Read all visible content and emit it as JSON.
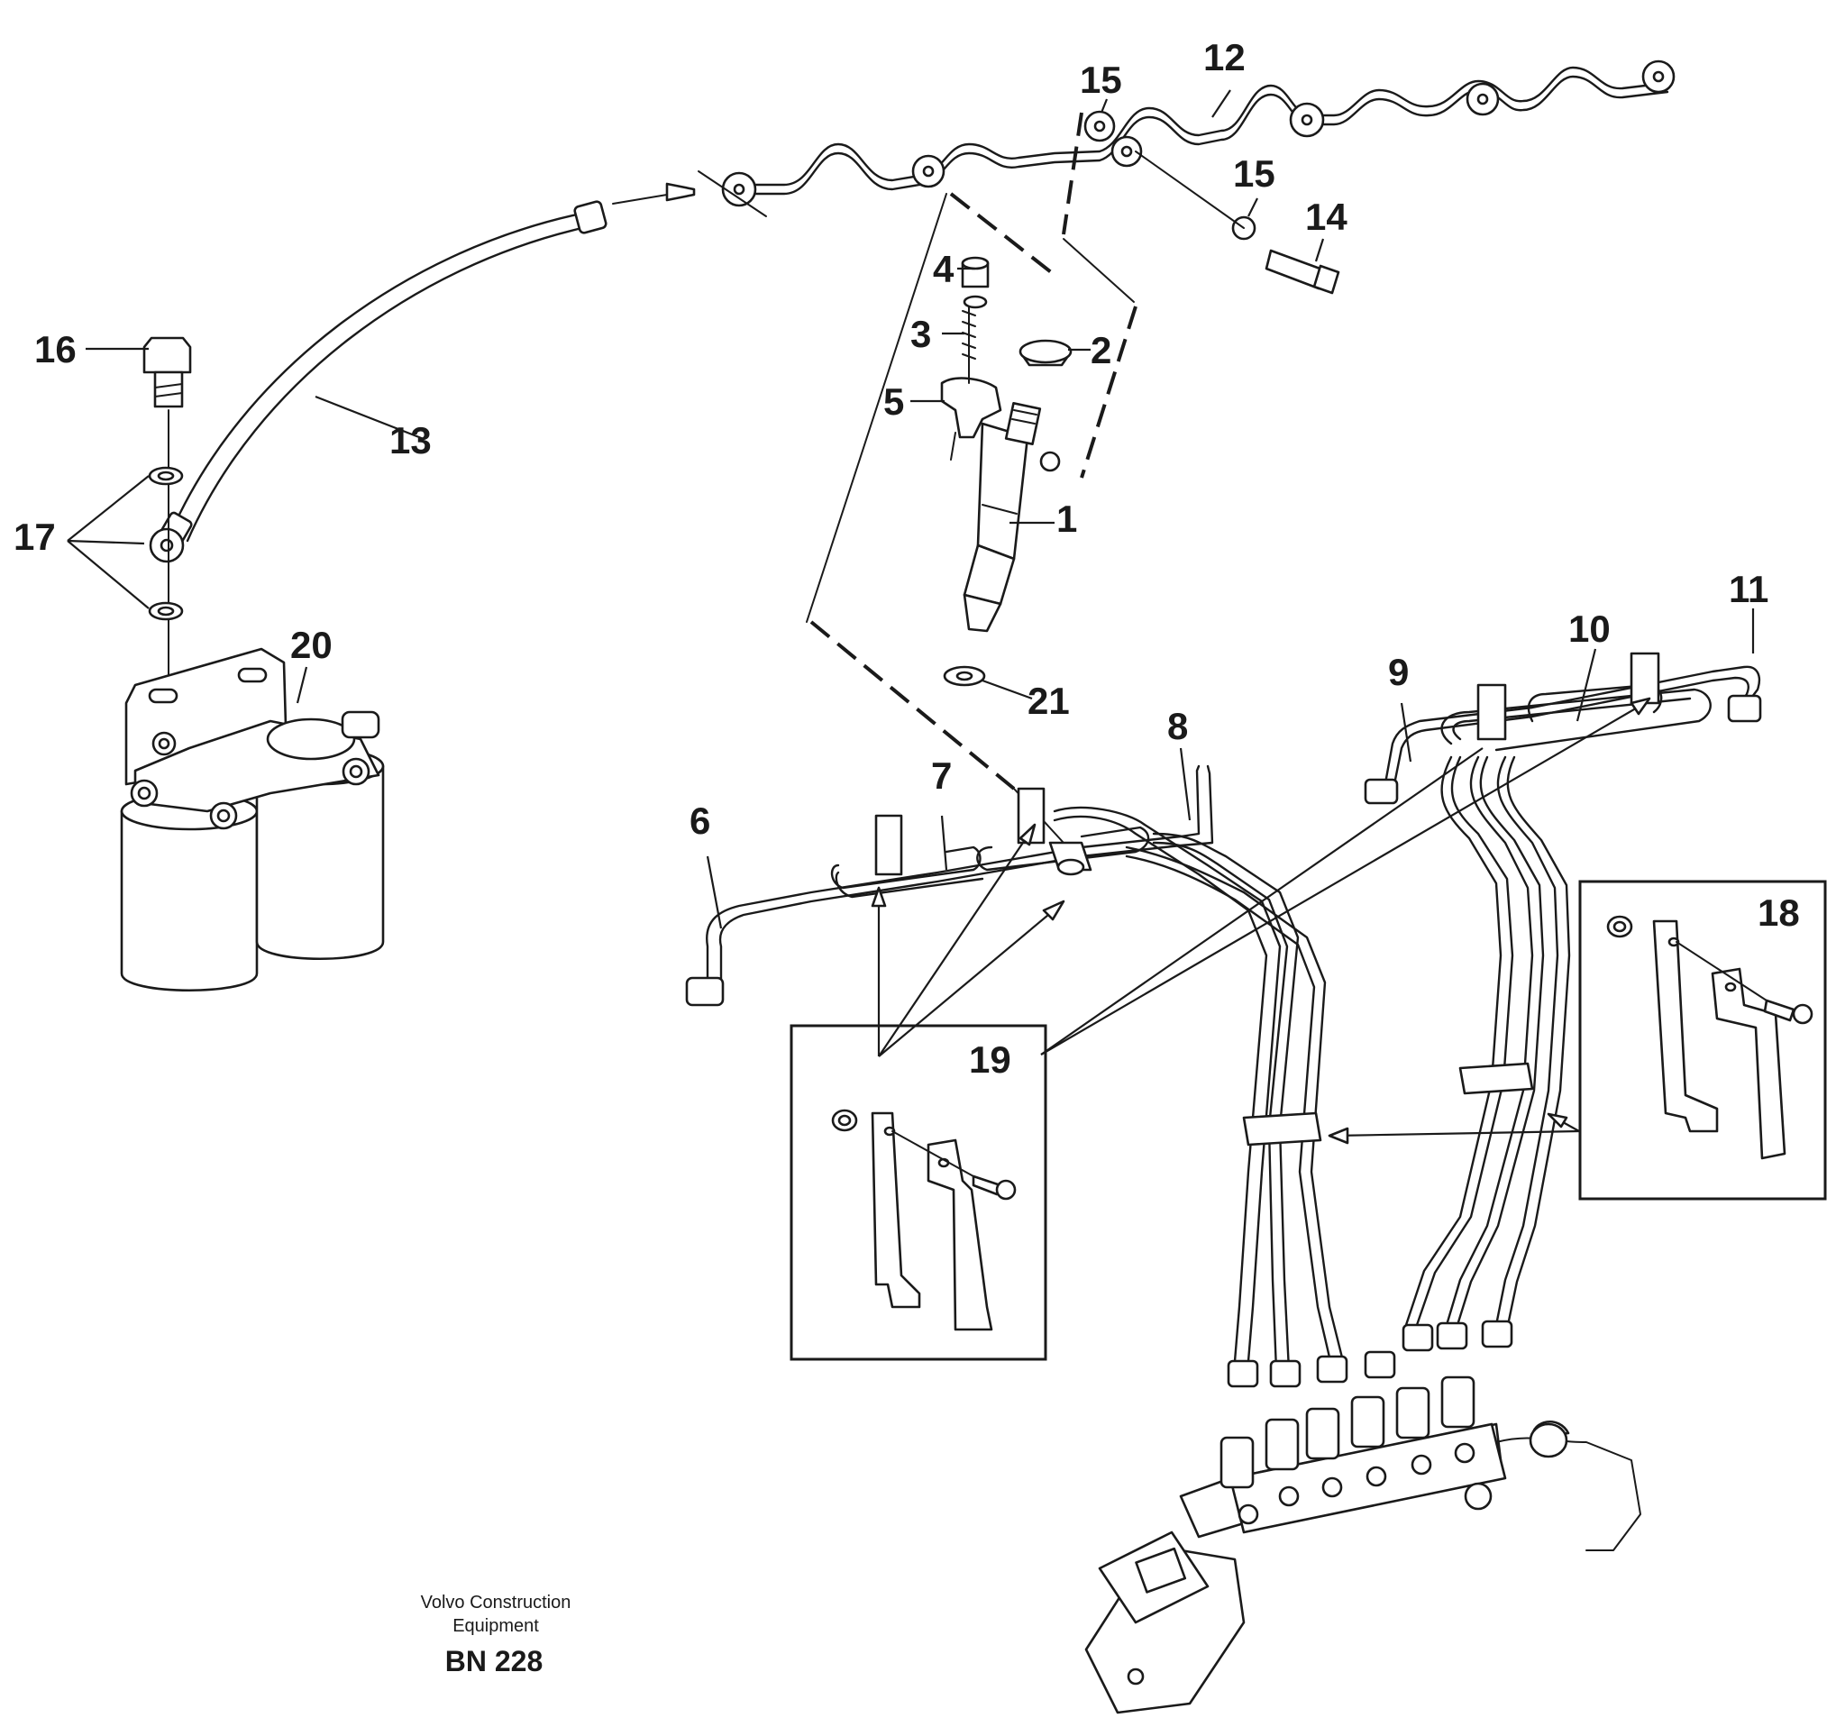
{
  "diagram": {
    "callouts": {
      "c1": "1",
      "c2": "2",
      "c3": "3",
      "c4": "4",
      "c5": "5",
      "c6": "6",
      "c7": "7",
      "c8": "8",
      "c9": "9",
      "c10": "10",
      "c11": "11",
      "c12": "12",
      "c13": "13",
      "c14": "14",
      "c15a": "15",
      "c15b": "15",
      "c16": "16",
      "c17": "17",
      "c18": "18",
      "c19": "19",
      "c20": "20",
      "c21": "21"
    },
    "footer": {
      "line1": "Volvo Construction",
      "line2": "Equipment",
      "code": "BN 228"
    }
  }
}
